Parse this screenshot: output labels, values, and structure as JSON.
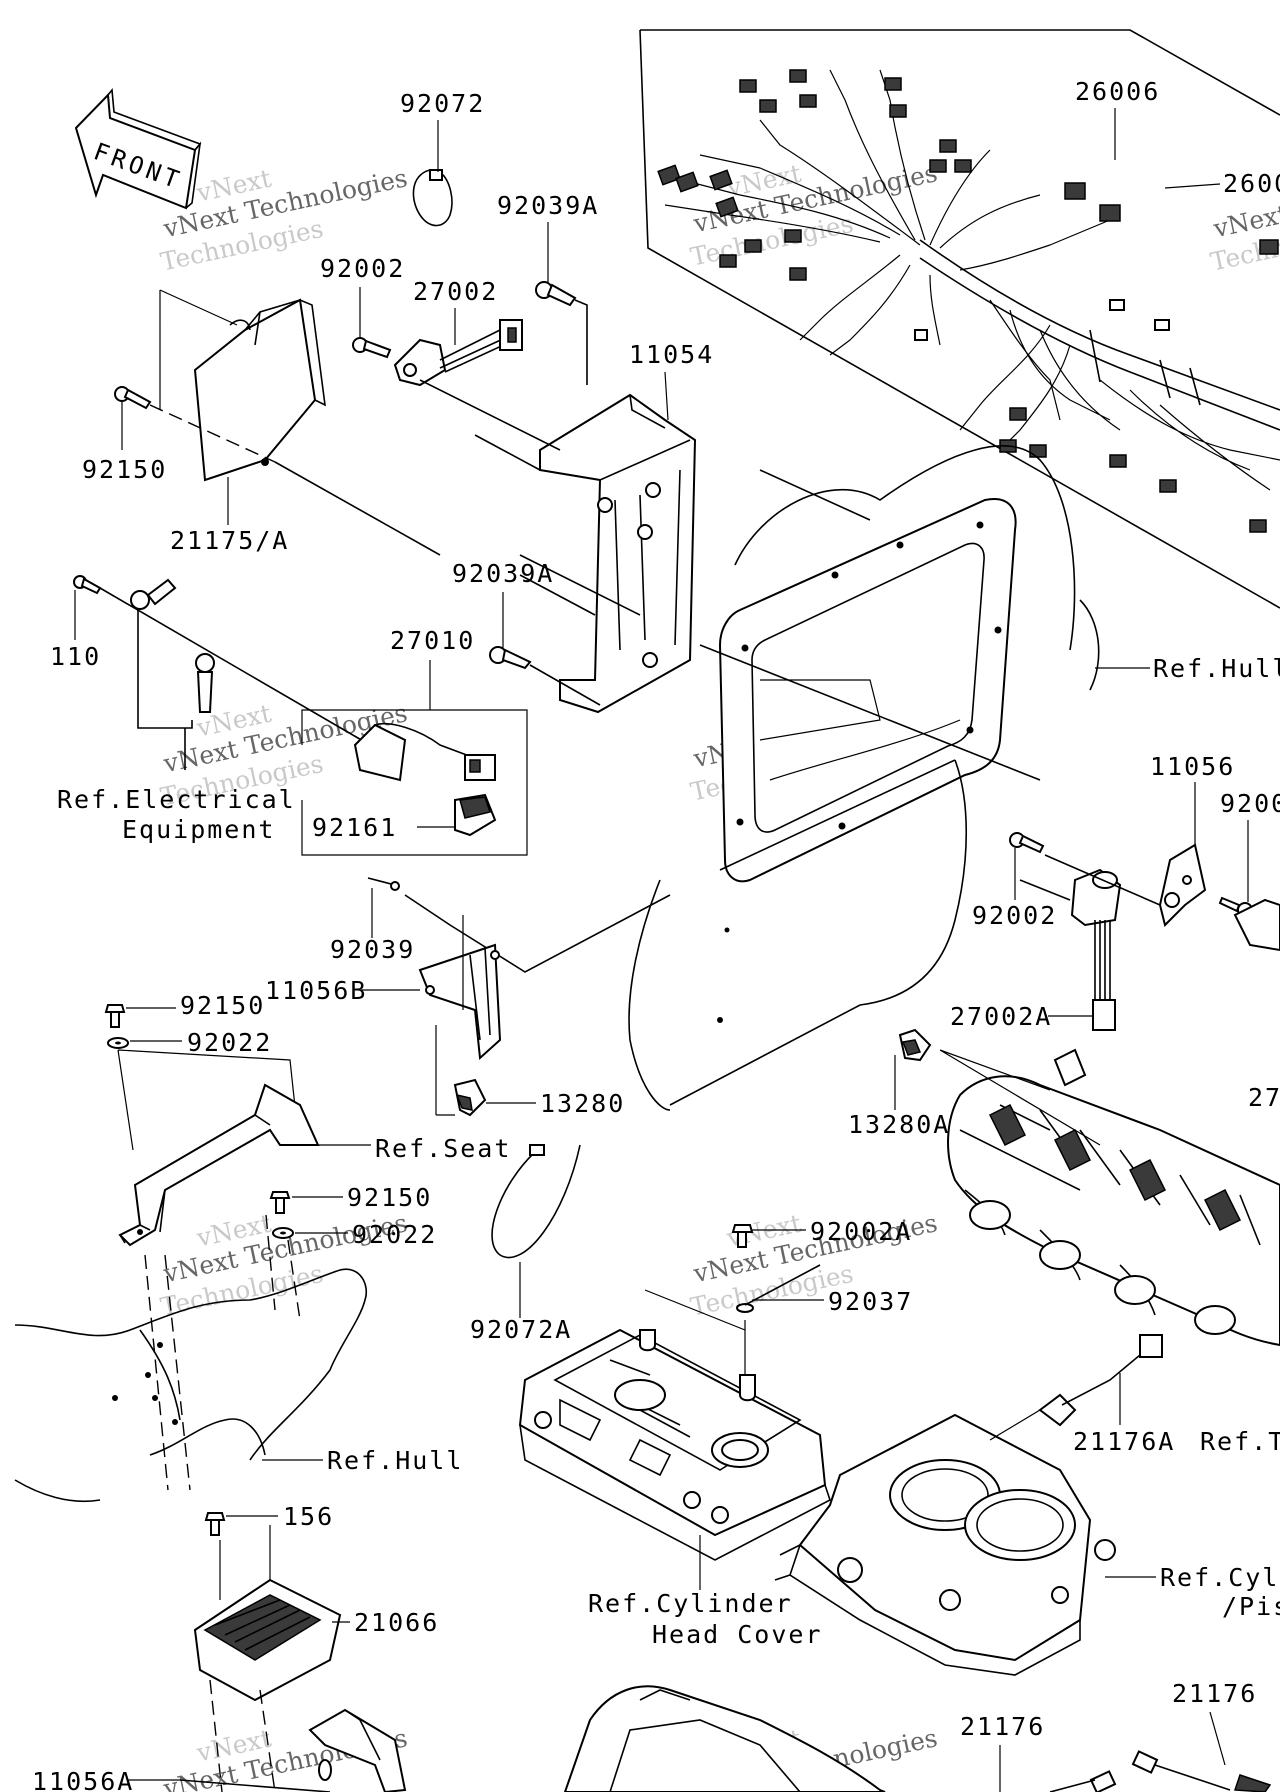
{
  "front_arrow": {
    "label": "FRONT",
    "icon": "front-arrow-icon"
  },
  "labels": {
    "p92072": "92072",
    "p92039A_top": "92039A",
    "p92002_top": "92002",
    "p27002": "27002",
    "p11054": "11054",
    "p92150_left": "92150",
    "p21175A": "21175/A",
    "p92039A_mid": "92039A",
    "p110": "110",
    "p27010": "27010",
    "ref_electrical_1": "Ref.Electrical",
    "ref_electrical_2": "Equipment",
    "p92161": "92161",
    "p92039": "92039",
    "p11056B": "11056B",
    "p92150_a": "92150",
    "p92022_a": "92022",
    "p13280": "13280",
    "ref_seat": "Ref.Seat",
    "p92150_b": "92150",
    "p92022_b": "92022",
    "ref_hull_lower": "Ref.Hull",
    "p156": "156",
    "p21066": "21066",
    "p11056A": "11056A",
    "p92072A": "92072A",
    "p92002A": "92002A",
    "p92037": "92037",
    "ref_head_cover_1": "Ref.Cylinder",
    "ref_head_cover_2": "Head Cover",
    "p21176A": "21176A",
    "ref_t": "Ref.T",
    "ref_cyl_1": "Ref.Cyl",
    "ref_cyl_2": "/Pis",
    "p21176_a": "21176",
    "p21176_b": "21176",
    "p13280A": "13280A",
    "p27002A": "27002A",
    "p92002_right": "92002",
    "p11056": "11056",
    "p9200_partial": "9200",
    "ref_hull_right": "Ref.Hull",
    "p26006_a": "26006",
    "p2600_partial": "2600",
    "p27_partial": "27"
  },
  "watermark": {
    "line1": "vNext",
    "line2": "vNext Technologies",
    "line3": "Technologies"
  }
}
